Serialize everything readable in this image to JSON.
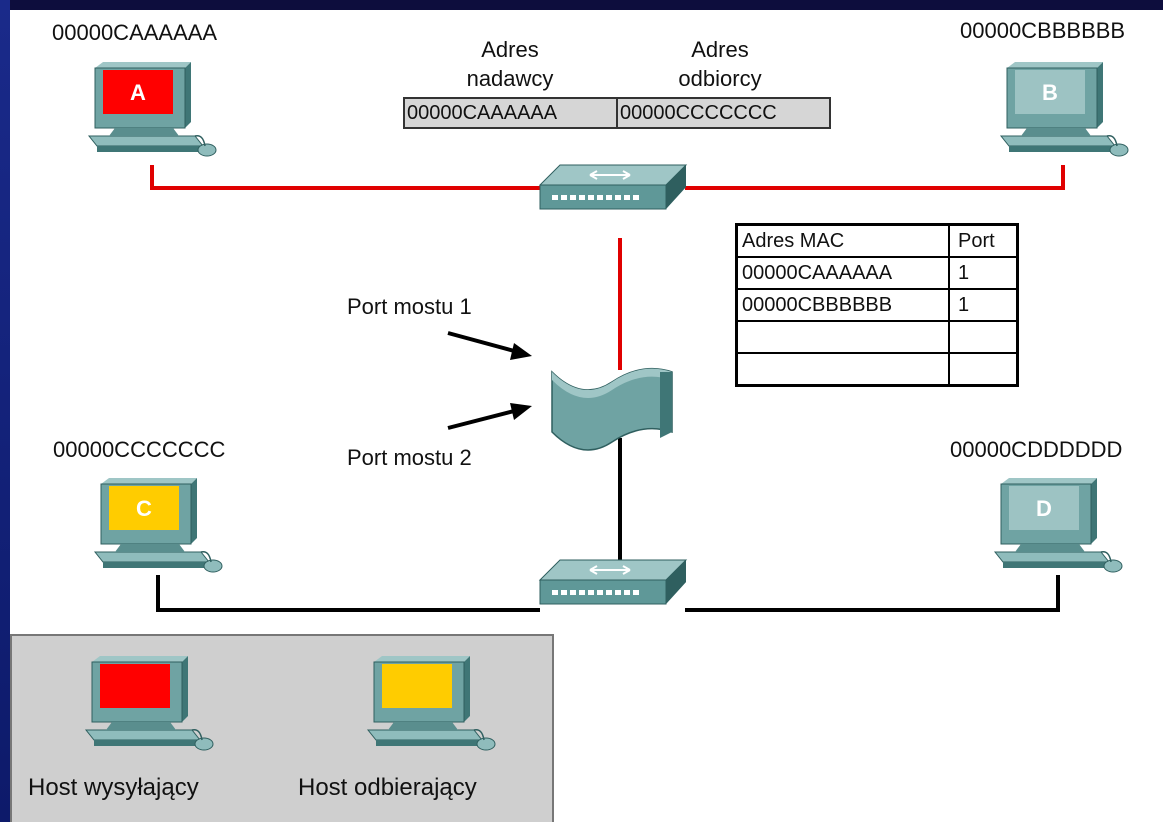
{
  "hosts": {
    "a": {
      "mac": "00000CAAAAAA",
      "letter": "A",
      "color": "#ff0000"
    },
    "b": {
      "mac": "00000CBBBBBB",
      "letter": "B",
      "color": "#9dc3c3"
    },
    "c": {
      "mac": "00000CCCCCCC",
      "letter": "C",
      "color": "#ffcc00"
    },
    "d": {
      "mac": "00000CDDDDDD",
      "letter": "D",
      "color": "#9dc3c3"
    }
  },
  "frame": {
    "sender_header": [
      "Adres",
      "nadawcy"
    ],
    "receiver_header": [
      "Adres",
      "odbiorcy"
    ],
    "sender_value": "00000CAAAAAA",
    "receiver_value": "00000CCCCCCC"
  },
  "bridge": {
    "port1_label": "Port mostu 1",
    "port2_label": "Port mostu 2"
  },
  "mac_table": {
    "headers": [
      "Adres MAC",
      "Port"
    ],
    "rows": [
      [
        "00000CAAAAAA",
        "1"
      ],
      [
        "00000CBBBBBB",
        "1"
      ],
      [
        "",
        ""
      ],
      [
        "",
        ""
      ]
    ]
  },
  "legend": {
    "sending_label": "Host wysyłający",
    "receiving_label": "Host odbierający",
    "sending_color": "#ff0000",
    "receiving_color": "#ffcc00"
  },
  "colors": {
    "active_link": "#e00000",
    "idle_link": "#000000",
    "device": "#5f9898"
  }
}
